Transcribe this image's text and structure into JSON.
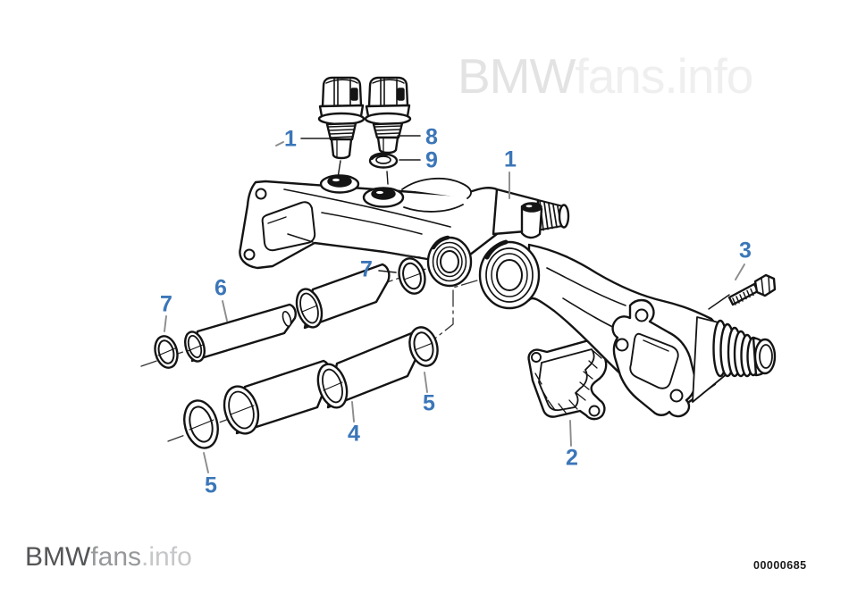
{
  "watermark": {
    "bmw": "BMW",
    "rest": "fans.info"
  },
  "footer_logo": {
    "bmw": "BMW",
    "fans": "fans",
    "info": ".info"
  },
  "drawing_number": "00000685",
  "colors": {
    "callout_blue": "#3b76b8",
    "line_black": "#141414",
    "leader_gray": "#8c8c8c",
    "watermark_bmw": "#e3e3e3",
    "watermark_rest": "#efefef",
    "logo_bmw": "#545557",
    "logo_fans": "#96989a",
    "logo_info": "#c6c7c9"
  },
  "callouts": [
    {
      "id": "sensor-left",
      "label": "1"
    },
    {
      "id": "sensor-right",
      "label": "8"
    },
    {
      "id": "sealing-ring",
      "label": "9"
    },
    {
      "id": "upper-pipe",
      "label": "1"
    },
    {
      "id": "bolt",
      "label": "3"
    },
    {
      "id": "oring-left",
      "label": "7"
    },
    {
      "id": "pipe-thin",
      "label": "6"
    },
    {
      "id": "oring-mid",
      "label": "7"
    },
    {
      "id": "oring-right",
      "label": "5"
    },
    {
      "id": "pipe-fat",
      "label": "4"
    },
    {
      "id": "gasket",
      "label": "2"
    },
    {
      "id": "oring-big",
      "label": "5"
    }
  ]
}
